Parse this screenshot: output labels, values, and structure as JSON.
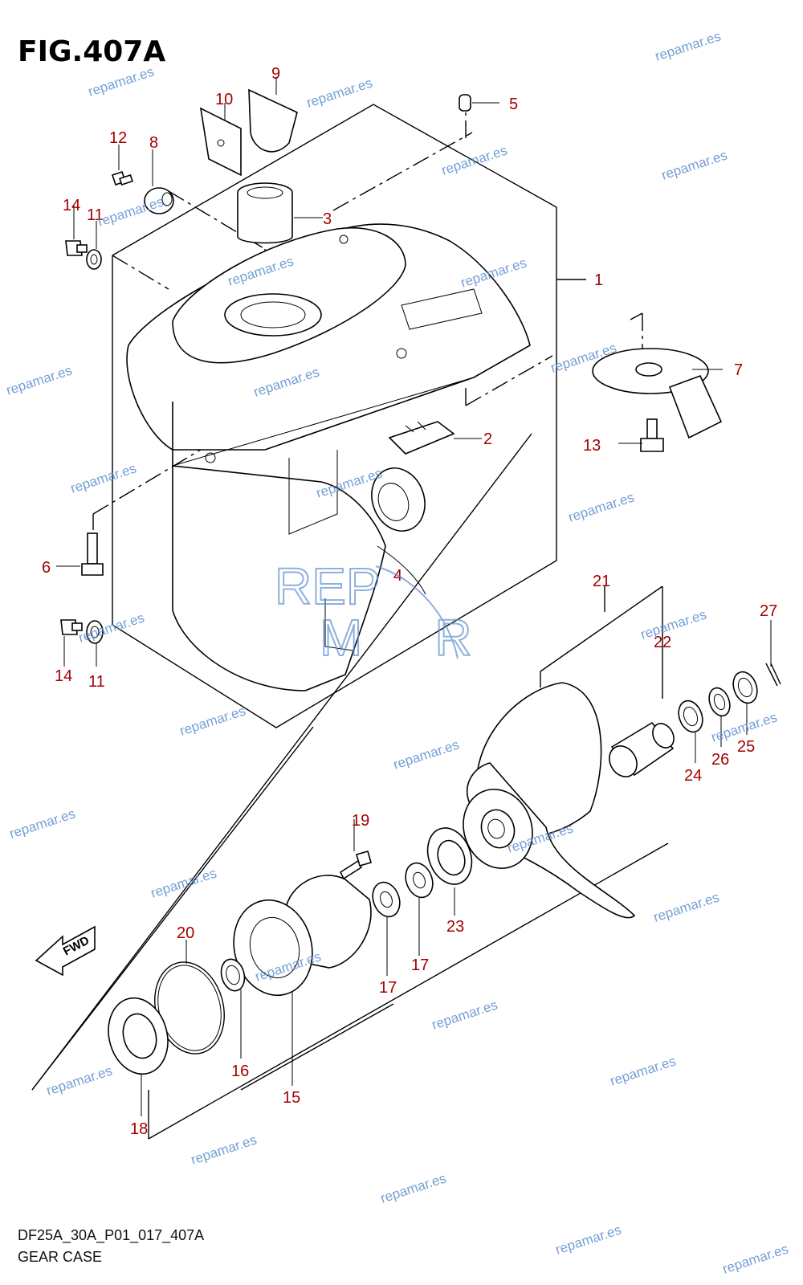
{
  "figure": {
    "title": "FIG.407A",
    "code": "DF25A_30A_P01_017_407A",
    "name": "GEAR CASE",
    "direction_badge": "FWD"
  },
  "watermark": {
    "text": "repamar.es",
    "logo_line1": "REP",
    "logo_line2": "MR",
    "color": "#5d8fcf"
  },
  "callouts": [
    "1",
    "2",
    "3",
    "4",
    "5",
    "6",
    "7",
    "8",
    "9",
    "10",
    "11",
    "11",
    "12",
    "13",
    "14",
    "14",
    "15",
    "16",
    "17",
    "17",
    "18",
    "19",
    "20",
    "21",
    "22",
    "23",
    "24",
    "25",
    "26",
    "27"
  ],
  "colors": {
    "callout": "#a40000",
    "line": "#000000"
  }
}
